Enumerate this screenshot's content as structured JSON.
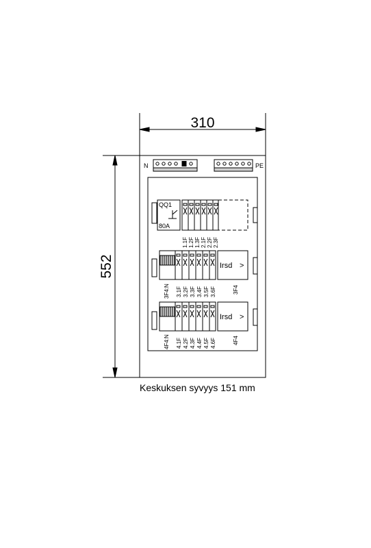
{
  "dimensions": {
    "width": "310",
    "height": "552"
  },
  "caption": "Keskuksen syvyys 151 mm",
  "terminals": {
    "n_label": "N",
    "pe_label": "PE"
  },
  "main_switch": {
    "name": "QQ1",
    "rating": "80A"
  },
  "rows": [
    {
      "circuits": [
        "1.1F",
        "1.2F",
        "1.3F",
        "2.1F",
        "2.2F",
        "2.3F"
      ]
    },
    {
      "circuits": [
        "3.1F",
        "3.2F",
        "3.3F",
        "3.4F",
        "3.5F",
        "3.6F"
      ],
      "side_label": "3F4:N",
      "device_label": "Irsd",
      "arrow": ">",
      "device_name": "3F4"
    },
    {
      "circuits": [
        "4.1F",
        "4.2F",
        "4.3F",
        "4.4F",
        "4.5F",
        "4.6F"
      ],
      "side_label": "4F4:N",
      "device_label": "Irsd",
      "arrow": ">",
      "device_name": "4F4"
    }
  ]
}
